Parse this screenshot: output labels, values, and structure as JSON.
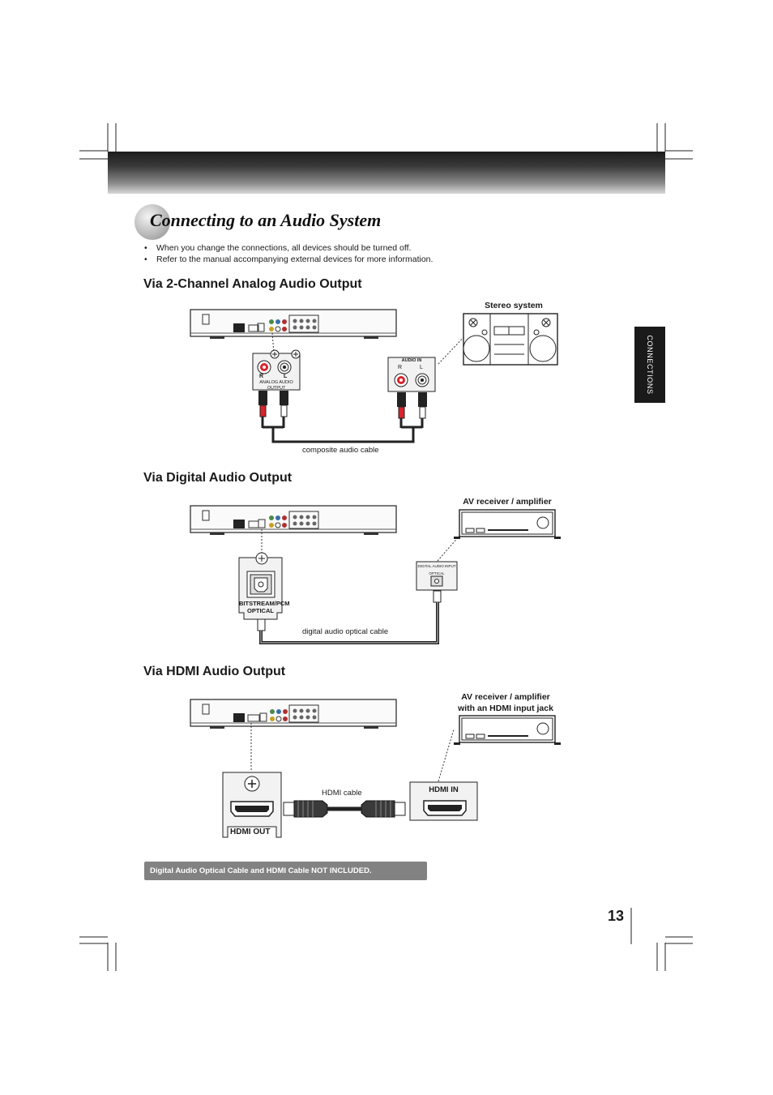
{
  "page": {
    "title": "Connecting to an Audio System",
    "number": "13",
    "side_tab": "CONNECTIONS"
  },
  "notes": [
    "When you change the connections, all devices should be turned off.",
    "Refer to the manual accompanying external devices for more information."
  ],
  "sections": {
    "analog": {
      "heading": "Via 2-Channel Analog Audio Output",
      "device_label": "Stereo system",
      "output_label_line1": "ANALOG AUDIO",
      "output_label_line2": "OUTPUT",
      "input_label": "AUDIO IN",
      "right_label": "R",
      "left_label": "L",
      "cable_label": "composite audio cable"
    },
    "digital": {
      "heading": "Via Digital Audio Output",
      "device_label": "AV receiver / amplifier",
      "output_label_line1": "BITSTREAM/PCM",
      "output_label_line2": "OPTICAL",
      "input_label_line1": "DIGITAL AUDIO INPUT",
      "input_label_line2": "OPTICAL",
      "cable_label": "digital audio optical cable"
    },
    "hdmi": {
      "heading": "Via HDMI Audio Output",
      "device_label_line1": "AV receiver / amplifier",
      "device_label_line2": "with an HDMI input jack",
      "output_label": "HDMI OUT",
      "input_label": "HDMI IN",
      "cable_label": "HDMI cable"
    }
  },
  "notice": "Digital Audio Optical Cable and HDMI Cable NOT INCLUDED.",
  "colors": {
    "header_dark": "#1c1c1c",
    "notice_bg": "#828282",
    "plug_red": "#d8242b",
    "panel_gray": "#e6e6e6"
  }
}
